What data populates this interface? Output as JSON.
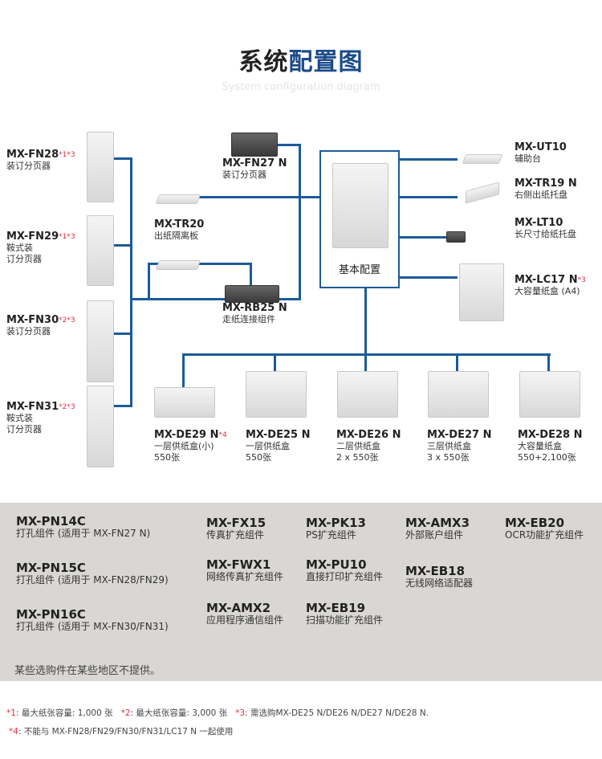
{
  "header": {
    "title_plain": "系统",
    "title_highlight": "配置图",
    "subtitle": "System configuration diagram"
  },
  "colors": {
    "line": "#1c5a9a",
    "accent": "#1b4a8a",
    "note": "#e03040",
    "panel": "#d9d7d3"
  },
  "center": {
    "label": "基本配置"
  },
  "finishers": [
    {
      "model": "MX-FN28",
      "note": "*1*3",
      "desc": [
        "装订分页器"
      ]
    },
    {
      "model": "MX-FN29",
      "note": "*1*3",
      "desc": [
        "鞍式装",
        "订分页器"
      ]
    },
    {
      "model": "MX-FN30",
      "note": "*2*3",
      "desc": [
        "装订分页器"
      ]
    },
    {
      "model": "MX-FN31",
      "note": "*2*3",
      "desc": [
        "鞍式装",
        "订分页器"
      ]
    }
  ],
  "fn27": {
    "model": "MX-FN27 N",
    "desc": "装订分页器"
  },
  "tr20": {
    "model": "MX-TR20",
    "desc": "出纸隔离板"
  },
  "rb25": {
    "model": "MX-RB25 N",
    "desc": "走纸连接组件"
  },
  "right": [
    {
      "model": "MX-UT10",
      "note": "",
      "desc": "辅助台"
    },
    {
      "model": "MX-TR19 N",
      "note": "",
      "desc": "右侧出纸托盘"
    },
    {
      "model": "MX-LT10",
      "note": "",
      "desc": "长尺寸给纸托盘"
    },
    {
      "model": "MX-LC17 N",
      "note": "*3",
      "desc": "大容量纸盒 (A4)"
    }
  ],
  "trays": [
    {
      "model": "MX-DE29 N",
      "note": "*4",
      "desc": "一层供纸盒(小)",
      "cap": "550张"
    },
    {
      "model": "MX-DE25 N",
      "note": "",
      "desc": "一层供纸盒",
      "cap": "550张"
    },
    {
      "model": "MX-DE26 N",
      "note": "",
      "desc": "二层供纸盒",
      "cap": "2 x 550张"
    },
    {
      "model": "MX-DE27 N",
      "note": "",
      "desc": "三层供纸盒",
      "cap": "3 x 550张"
    },
    {
      "model": "MX-DE28 N",
      "note": "",
      "desc": "大容量纸盒",
      "cap": "550+2,100张"
    }
  ],
  "options": [
    {
      "model": "MX-PN14C",
      "desc": "打孔组件 (适用于 MX-FN27 N)"
    },
    {
      "model": "MX-PN15C",
      "desc": "打孔组件 (适用于 MX-FN28/FN29)"
    },
    {
      "model": "MX-PN16C",
      "desc": "打孔组件 (适用于 MX-FN30/FN31)"
    },
    {
      "model": "MX-FX15",
      "desc": "传真扩充组件"
    },
    {
      "model": "MX-FWX1",
      "desc": "网络传真扩充组件"
    },
    {
      "model": "MX-AMX2",
      "desc": "应用程序通信组件"
    },
    {
      "model": "MX-PK13",
      "desc": "PS扩充组件"
    },
    {
      "model": "MX-PU10",
      "desc": "直接打印扩充组件"
    },
    {
      "model": "MX-EB19",
      "desc": "扫描功能扩充组件"
    },
    {
      "model": "MX-AMX3",
      "desc": "外部账户组件"
    },
    {
      "model": "MX-EB18",
      "desc": "无线网络适配器"
    },
    {
      "model": "MX-EB20",
      "desc": "OCR功能扩充组件"
    }
  ],
  "panel_note": "某些选购件在某些地区不提供。",
  "footnotes": [
    {
      "mark": "*1",
      "text": ": 最大纸张容量: 1,000 张"
    },
    {
      "mark": "*2",
      "text": ": 最大纸张容量: 3,000 张"
    },
    {
      "mark": "*3",
      "text": ": 需选购MX-DE25 N/DE26 N/DE27 N/DE28 N."
    },
    {
      "mark": "*4",
      "text": ": 不能与 MX-FN28/FN29/FN30/FN31/LC17 N 一起使用"
    }
  ]
}
